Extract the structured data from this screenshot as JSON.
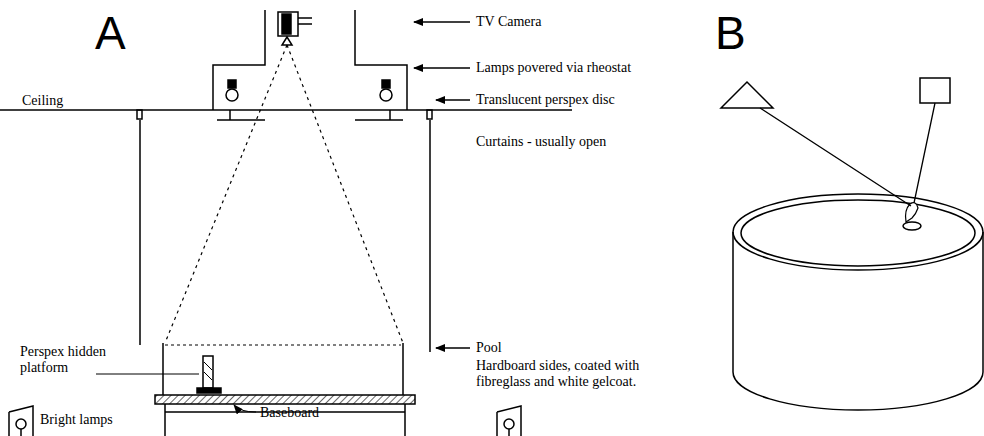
{
  "diagram": {
    "labels": [
      "A",
      "B",
      "TV Camera",
      "Lamps povered via rheostat",
      "Ceiling",
      "Translucent perspex disc",
      "Curtains - usually open",
      "Pool",
      "Hardboard sides, coated with fibreglass and white gelcoat.",
      "Perspex hidden platform",
      "Baseboard",
      "Bright lamps"
    ]
  }
}
